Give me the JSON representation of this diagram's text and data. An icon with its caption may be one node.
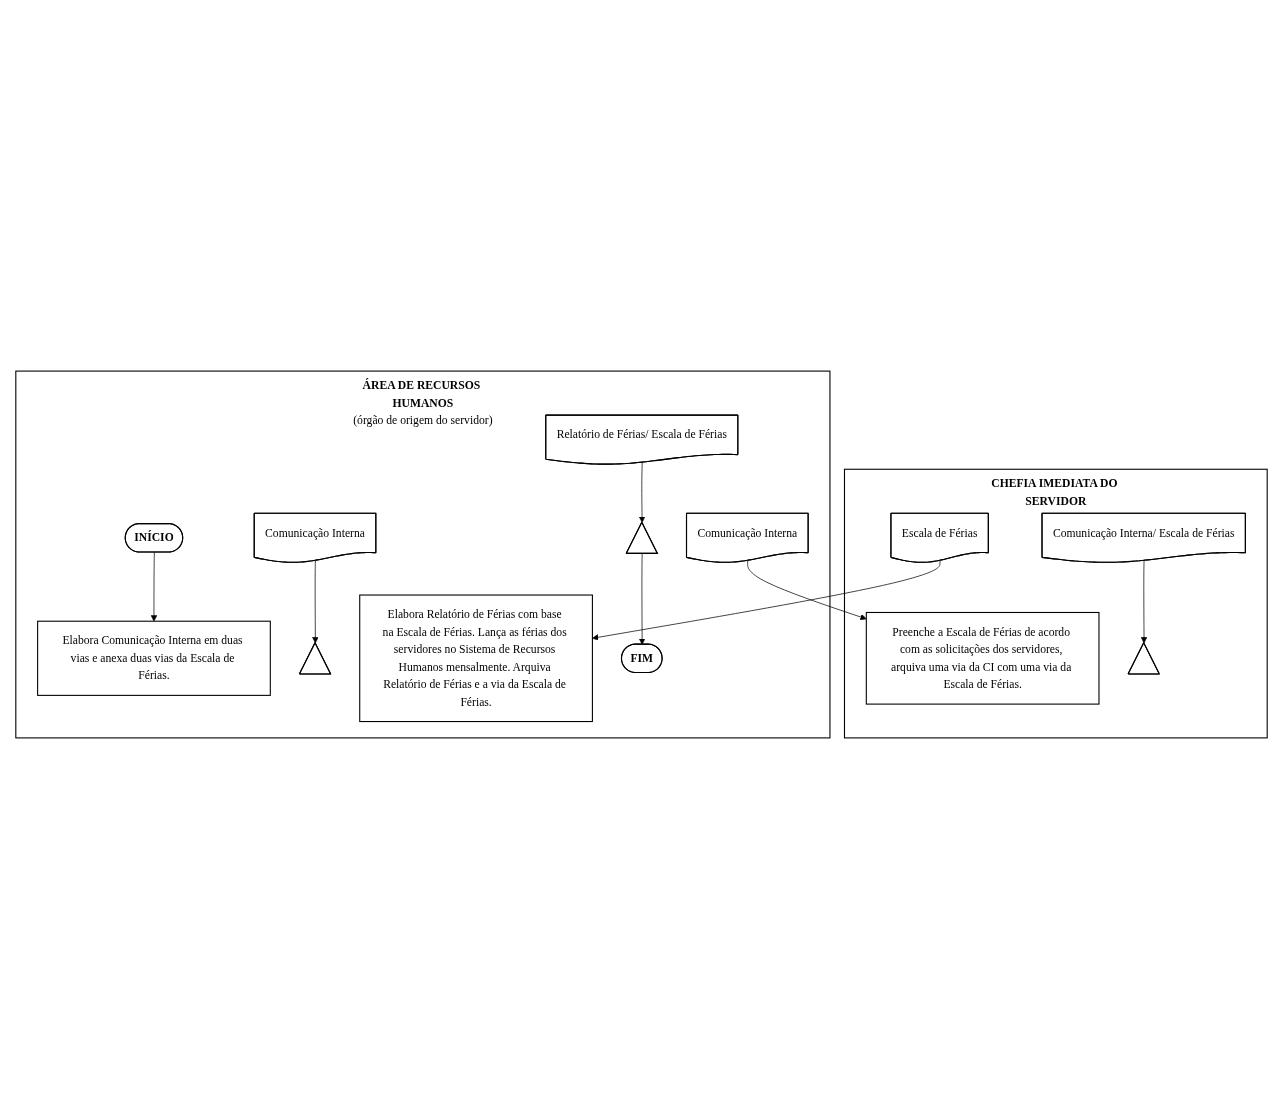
{
  "diagram": {
    "nodes": [
      {
        "text": [
          "ÁREA DE RECURSOS HUMANOS",
          "(órgão de origem do servidor)"
        ]
      },
      {
        "text": [
          "CHEFIA IMEDIATA DO SERVIDOR"
        ]
      },
      {
        "text": [
          "INÍCIO"
        ],
        "in": 0
      },
      {
        "text": [
          "Elabora Comunicação Interna em duas vias e anexa duas vias da Escala de Férias."
        ],
        "in": 0
      },
      {
        "text": [
          "Comunicação Interna"
        ],
        "in": 0
      },
      {
        "text": [
          "Comunicação Interna"
        ],
        "in": 0
      },
      {
        "text": [],
        "shape": "triangle",
        "in": 0
      },
      {
        "text": [
          "Preenche a Escala de Férias de acordo com as solicitações dos servidores, arquiva uma via da CI com uma via da Escala de Férias."
        ],
        "in": 1
      },
      {
        "text": [
          "Comunicação Interna/ Escala de Férias"
        ],
        "in": 1
      },
      {
        "text": [
          "Escala de Férias"
        ],
        "in": 1
      },
      {
        "text": [],
        "shape": "triangle",
        "in": 1
      },
      {
        "text": [
          "Elabora Relatório de Férias com base na Escala de Férias. Lança as férias dos servidores no Sistema de Recursos Humanos mensalmente. Arquiva Relatório de Férias e a via da Escala de Férias."
        ],
        "in": 0
      },
      {
        "text": [
          "Relatório de Férias/ Escala de Férias"
        ],
        "in": 0
      },
      {
        "text": [],
        "shape": "triangle",
        "in": 0
      },
      {
        "text": [
          "FIM"
        ],
        "in": 0
      }
    ],
    "edges": [
      {
        "from": 2,
        "to": 3,
        "arrow": "to"
      },
      {
        "from": 4,
        "to": 7,
        "arrow": "to"
      },
      {
        "from": 5,
        "to": 6,
        "arrow": "to"
      },
      {
        "from": 8,
        "to": 10,
        "arrow": "to"
      },
      {
        "from": 9,
        "to": 11,
        "arrow": "to"
      },
      {
        "from": 12,
        "to": 13,
        "arrow": "to"
      },
      {
        "from": 13,
        "to": 14,
        "arrow": "to"
      }
    ]
  }
}
